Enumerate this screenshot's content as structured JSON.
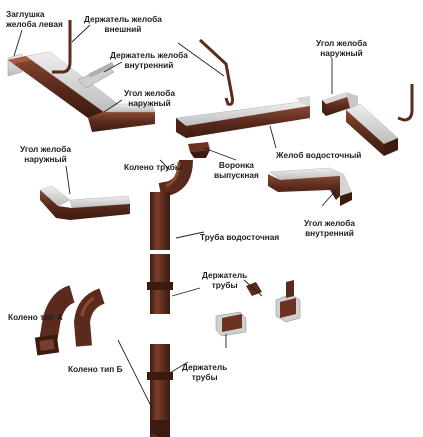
{
  "labels": {
    "plug_left": [
      "Заглушка",
      "желоба левая"
    ],
    "holder_outer": [
      "Держатель желоба",
      "внешний"
    ],
    "holder_inner": [
      "Держатель желоба",
      "внутренний"
    ],
    "corner_outer_top": [
      "Угол желоба",
      "наружный"
    ],
    "corner_outer_right": [
      "Угол желоба",
      "наружный"
    ],
    "corner_outer_left": [
      "Угол желоба",
      "наружный"
    ],
    "pipe_elbow": [
      "Колено трубы"
    ],
    "funnel": [
      "Воронка",
      "выпускная"
    ],
    "gutter": [
      "Желоб водосточный"
    ],
    "corner_inner": [
      "Угол желоба",
      "внутренний"
    ],
    "downpipe": [
      "Труба водосточная"
    ],
    "pipe_holder_top": [
      "Держатель",
      "трубы"
    ],
    "pipe_holder_bottom": [
      "Держатель",
      "трубы"
    ],
    "elbow_a": [
      "Колено тип А"
    ],
    "elbow_b": [
      "Колено тип Б"
    ]
  },
  "colors": {
    "brown": "#5a2b1c",
    "brown_dark": "#3d1a10",
    "brown_light": "#7a3f2a",
    "grey": "#c9c9c9",
    "grey_light": "#e3e3e3",
    "leader": "#222222"
  }
}
